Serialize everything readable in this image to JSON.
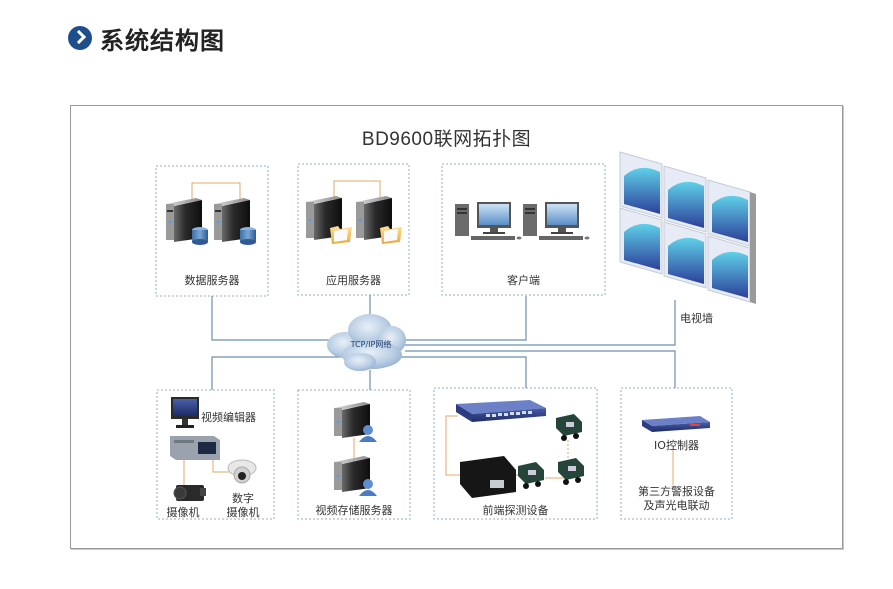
{
  "section": {
    "icon": "chevron-right-circle-icon",
    "title": "系统结构图"
  },
  "diagram": {
    "title": "BD9600联网拓扑图",
    "network": {
      "label": "TCP/IP网络",
      "icon": "cloud-icon"
    },
    "top_nodes": [
      {
        "id": "db-server",
        "label": "数据服务器",
        "icon": "database-server-icon"
      },
      {
        "id": "app-server",
        "label": "应用服务器",
        "icon": "application-server-icon"
      },
      {
        "id": "client",
        "label": "客户端",
        "icon": "desktop-computer-icon"
      }
    ],
    "video_wall": {
      "label": "电视墙",
      "icon": "video-wall-icon"
    },
    "bottom_nodes": [
      {
        "id": "video-group",
        "editor_label": "视频编辑器",
        "camera_label": "摄像机",
        "digital_camera_label_1": "数字",
        "digital_camera_label_2": "摄像机"
      },
      {
        "id": "storage",
        "label": "视频存储服务器",
        "icon": "storage-server-icon"
      },
      {
        "id": "frontend",
        "label": "前端探测设备",
        "icon": "switch-icon"
      },
      {
        "id": "io",
        "controller_label": "IO控制器",
        "alarm_label_1": "第三方警报设备",
        "alarm_label_2": "及声光电联动"
      }
    ],
    "colors": {
      "accent": "#1f4e8c",
      "network_line": "#6f8fae",
      "link_line": "#e0a868",
      "box_border": "#8fb0c9"
    }
  }
}
